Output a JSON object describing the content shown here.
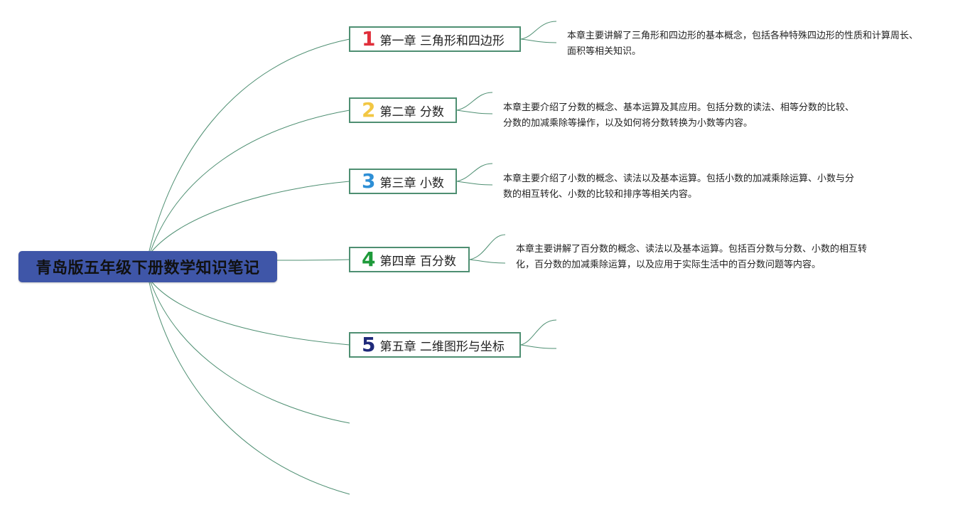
{
  "root": {
    "title": "青岛版五年级下册数学知识笔记"
  },
  "colors": {
    "root_bg": "#3f56a8",
    "line": "#4e8f72",
    "num1": "#e02f3b",
    "num2": "#f2c744",
    "num3": "#2e8fd6",
    "num4": "#1e9a3a",
    "num5": "#1f2a7a"
  },
  "chapters": [
    {
      "num": "1",
      "title": "第一章 三角形和四边形",
      "note": "本章主要讲解了三角形和四边形的基本概念，包括各种特殊四边形的性质和计算周长、面积等相关知识。"
    },
    {
      "num": "2",
      "title": "第二章 分数",
      "note": "本章主要介绍了分数的概念、基本运算及其应用。包括分数的读法、相等分数的比较、分数的加减乘除等操作，以及如何将分数转换为小数等内容。"
    },
    {
      "num": "3",
      "title": "第三章 小数",
      "note": "本章主要介绍了小数的概念、读法以及基本运算。包括小数的加减乘除运算、小数与分数的相互转化、小数的比较和排序等相关内容。"
    },
    {
      "num": "4",
      "title": "第四章 百分数",
      "note": "本章主要讲解了百分数的概念、读法以及基本运算。包括百分数与分数、小数的相互转化，百分数的加减乘除运算，以及应用于实际生活中的百分数问题等内容。"
    },
    {
      "num": "5",
      "title": "第五章 二维图形与坐标",
      "note": ""
    }
  ]
}
